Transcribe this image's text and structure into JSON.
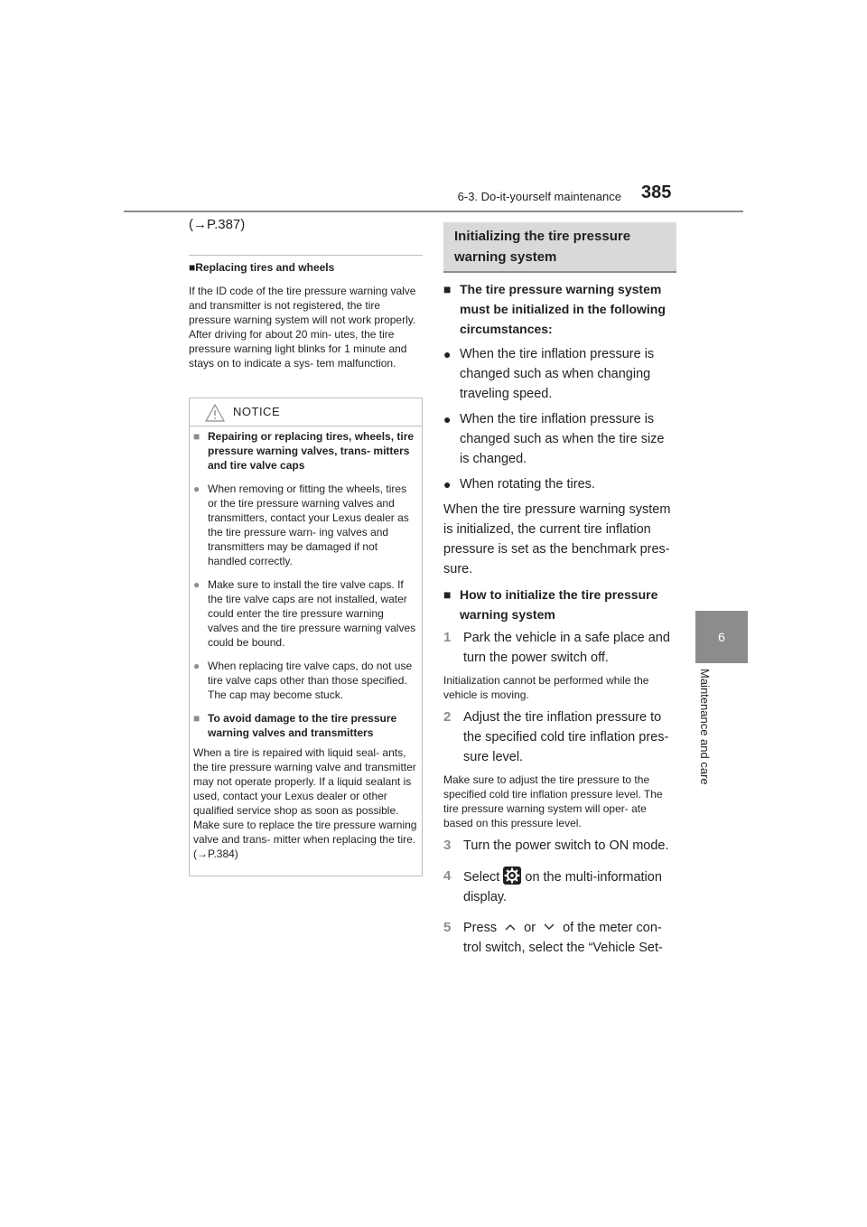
{
  "header": {
    "section": "6-3. Do-it-yourself maintenance",
    "page_number": "385"
  },
  "side_tab": {
    "number": "6",
    "label": "Maintenance and care"
  },
  "left": {
    "ref": "(→P.387)",
    "replacing_heading": "■Replacing tires and wheels",
    "replacing_text": "If the ID code of the tire pressure warning valve and transmitter is not registered, the tire pressure warning system will not work properly. After driving for about 20 min- utes, the tire pressure warning light blinks for 1 minute and stays on to indicate a sys- tem malfunction.",
    "notice": {
      "title": "NOTICE",
      "items": [
        {
          "mark": "■",
          "text": "Repairing or replacing tires, wheels, tire pressure warning valves, trans- mitters and tire valve caps",
          "bold": true
        },
        {
          "mark": "●",
          "text": "When removing or fitting the wheels, tires or the tire pressure warning valves and transmitters, contact your Lexus dealer as the tire pressure warn- ing valves and transmitters may be damaged if not handled correctly.",
          "bold": false
        },
        {
          "mark": "●",
          "text": "Make sure to install the tire valve caps. If the tire valve caps are not installed, water could enter the tire pressure warning valves and the tire pressure warning valves could be bound.",
          "bold": false
        },
        {
          "mark": "●",
          "text": "When replacing tire valve caps, do not use tire valve caps other than those specified. The cap may become stuck.",
          "bold": false
        },
        {
          "mark": "■",
          "text": "To avoid damage to the tire pressure warning valves and transmitters",
          "bold": true
        }
      ],
      "closing": "When a tire is repaired with liquid seal- ants, the tire pressure warning valve and transmitter may not operate properly. If a liquid sealant is used, contact your Lexus dealer or other qualified service shop as soon as possible. Make sure to replace the tire pressure warning valve and trans- mitter when replacing the tire. (→P.384)"
    }
  },
  "right": {
    "section_title": "Initializing the tire pressure warning system",
    "must_heading": "The tire pressure warning system must be initialized in the following circumstances:",
    "bullets": [
      "When the tire inflation pressure is changed such as when changing traveling speed.",
      "When the tire inflation pressure is changed such as when the tire size is changed.",
      "When rotating the tires."
    ],
    "after_bullets": "When the tire pressure warning system is initialized, the current tire inflation pressure is set as the benchmark pres- sure.",
    "how_heading": "How to initialize the tire pressure warning system",
    "step1": {
      "num": "1",
      "text": "Park the vehicle in a safe place and turn the power switch off."
    },
    "step1_note": "Initialization cannot be performed while the vehicle is moving.",
    "step2": {
      "num": "2",
      "text": "Adjust the tire inflation pressure to the specified cold tire inflation pres- sure level."
    },
    "step2_note": "Make sure to adjust the tire pressure to the specified cold tire inflation pressure level. The tire pressure warning system will oper- ate based on this pressure level.",
    "step3": {
      "num": "3",
      "text": "Turn the power switch to ON mode."
    },
    "step4": {
      "num": "4",
      "pre": "Select",
      "post": "on the multi-information display."
    },
    "step5": {
      "num": "5",
      "pre": "Press",
      "mid": "or",
      "post": "of the meter con- trol switch, select the “Vehicle Set-"
    }
  }
}
